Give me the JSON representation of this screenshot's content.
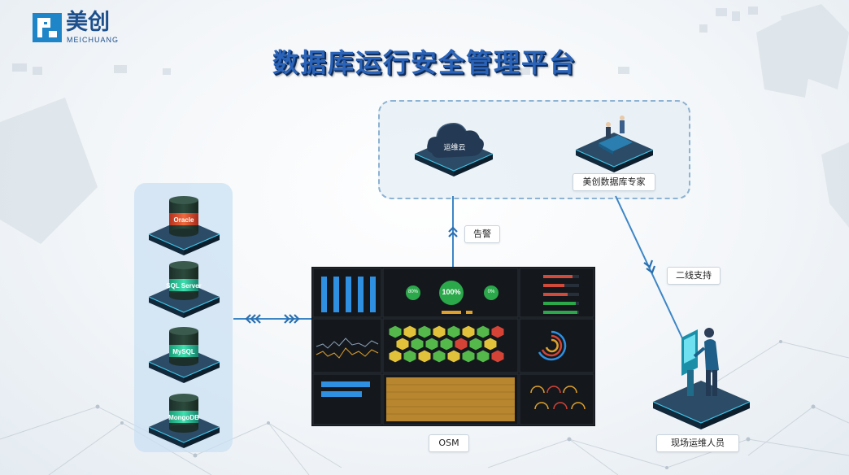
{
  "logo": {
    "name_cn": "美创",
    "name_en": "MEICHUANG"
  },
  "title": "数据库运行安全管理平台",
  "databases": [
    "Oracle",
    "SQL Server",
    "MySQL",
    "MongoDB"
  ],
  "nodes": {
    "cloud": "运维云",
    "expert": "美创数据库专家",
    "osm": "OSM",
    "onsite": "现场运维人员"
  },
  "edges": {
    "alarm": "告警",
    "second_line": "二线支持"
  },
  "dashboard": {
    "kpis": {
      "center": "100%",
      "left": "80%",
      "right": "0%"
    }
  },
  "colors": {
    "title": "#2a63b8",
    "platform_top": "#1f3b55",
    "platform_glow": "#3ec6e8",
    "connector": "#3d86c6",
    "hex_green": "#54b84a",
    "hex_yellow": "#e2c23b",
    "hex_red": "#d54336"
  }
}
